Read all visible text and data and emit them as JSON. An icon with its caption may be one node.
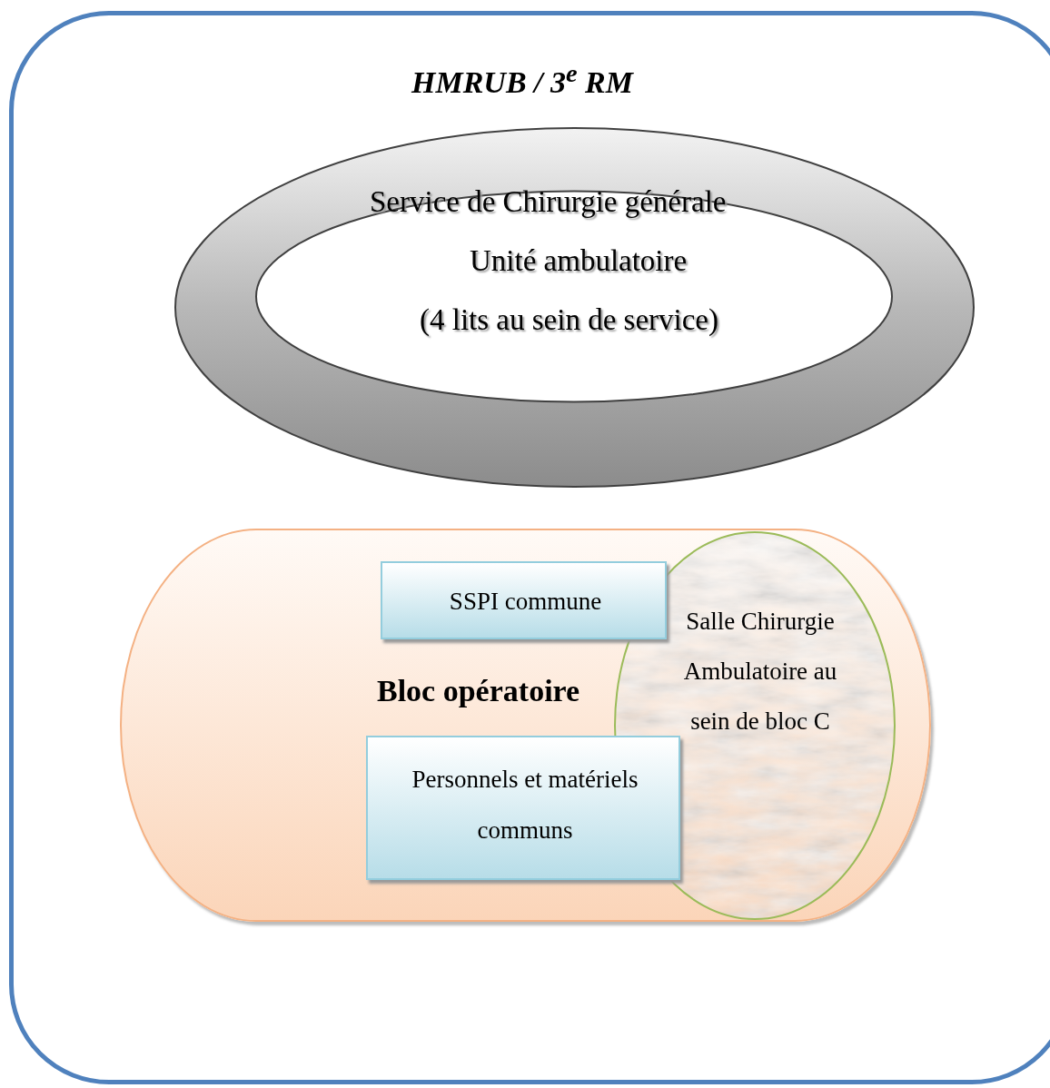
{
  "diagram": {
    "nodes": [
      {
        "text": [
          "HMRUB / 3$^{e}$ RM"
        ]
      },
      {
        "text": [
          "Service de Chirurgie générale",
          "Unité ambulatoire",
          "(4 lits au sein de service)"
        ],
        "in": 0
      },
      {
        "text": [
          "Bloc opératoire"
        ],
        "in": 0
      },
      {
        "text": [
          "SSPI commune"
        ],
        "in": 2
      },
      {
        "text": [
          "Personnels et matériels communs"
        ],
        "in": 2
      },
      {
        "text": [
          "Salle Chirurgie Ambulatoire au sein de bloc C"
        ],
        "in": 2
      }
    ],
    "edges": []
  }
}
